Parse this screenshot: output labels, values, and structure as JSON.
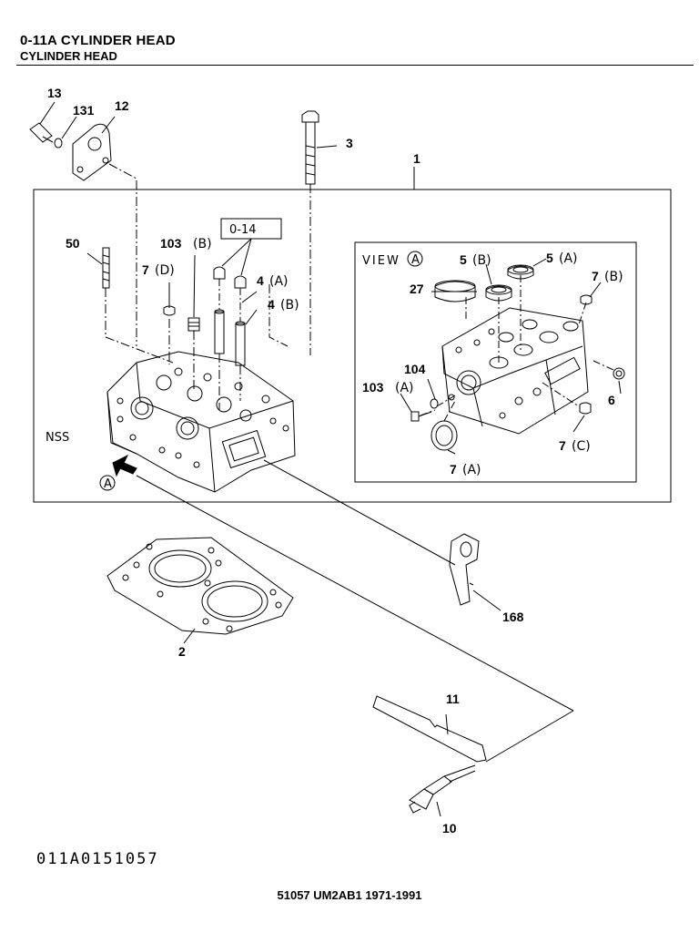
{
  "header": {
    "title": "0-11A  CYLINDER HEAD",
    "subtitle": "CYLINDER HEAD"
  },
  "catalog_number": "011A0151057",
  "footer": "51057 UM2AB1 1971-1991",
  "labels": {
    "p13": "13",
    "p131": "131",
    "p12": "12",
    "p3": "3",
    "p1": "1",
    "p50": "50",
    "p103b": "103",
    "p103b_letter": "(B)",
    "ref_box": "0-14",
    "p7d": "7",
    "p7d_letter": "(D)",
    "p4a": "4",
    "p4a_letter": "(A)",
    "p4b": "4",
    "p4b_letter": "(B)",
    "nss": "NSS",
    "view_marker": "A",
    "view_label": "VIEW",
    "view_letter": "A",
    "p5b": "5",
    "p5b_letter": "(B)",
    "p5a": "5",
    "p5a_letter": "(A)",
    "p27": "27",
    "p7b": "7",
    "p7b_letter": "(B)",
    "p104": "104",
    "p103a": "103",
    "p103a_letter": "(A)",
    "p6": "6",
    "p7c": "7",
    "p7c_letter": "(C)",
    "p7a": "7",
    "p7a_letter": "(A)",
    "p168": "168",
    "p2": "2",
    "p11": "11",
    "p10": "10"
  }
}
